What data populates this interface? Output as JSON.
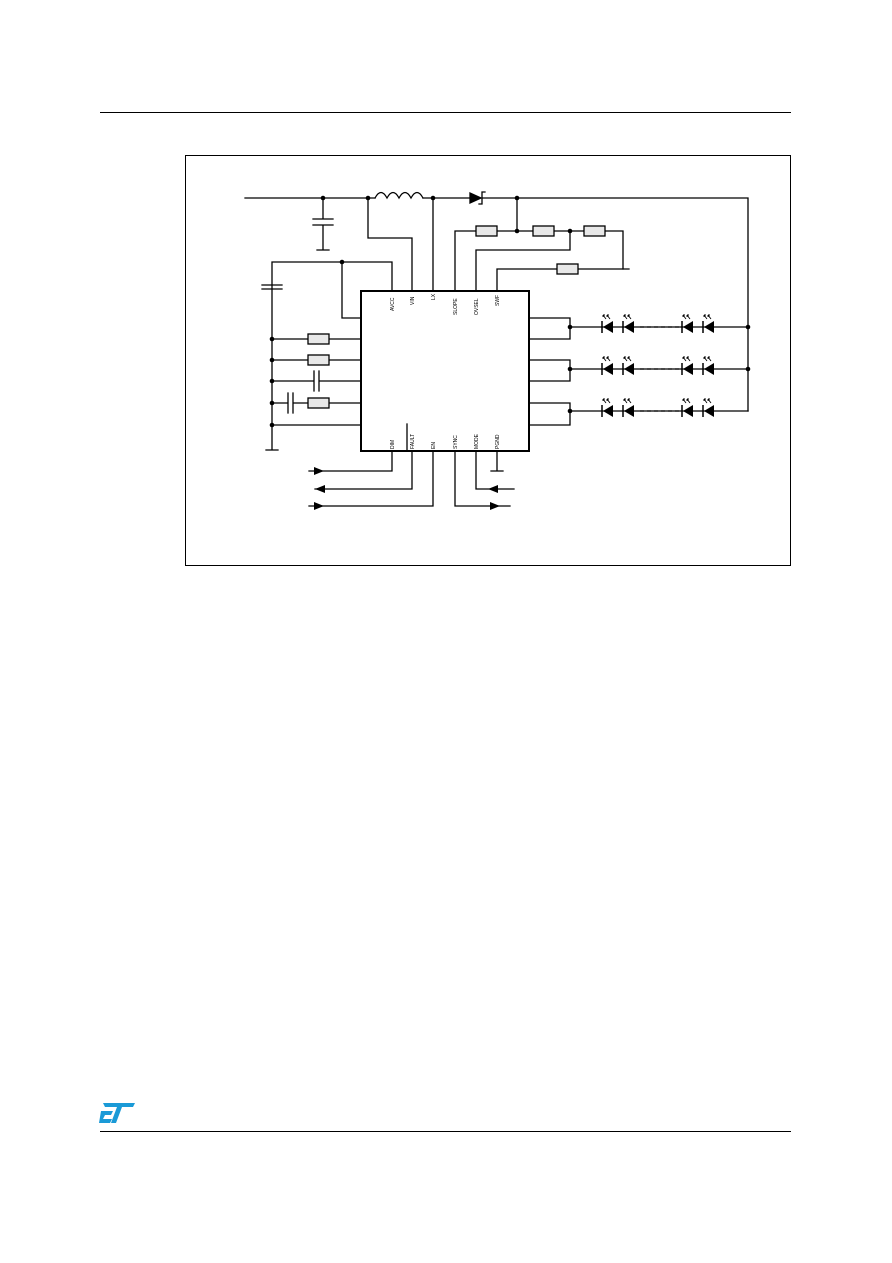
{
  "schematic": {
    "pins_top": [
      "AVCC",
      "VIN",
      "LX",
      "SLOPE",
      "OVSEL",
      "SWF"
    ],
    "pins_bottom": [
      "DIM",
      "FAULT",
      "EN",
      "SYNC",
      "MODE",
      "PGND"
    ]
  },
  "logo": {
    "icon": "st-logo-icon",
    "color": "#1a9ad7"
  }
}
